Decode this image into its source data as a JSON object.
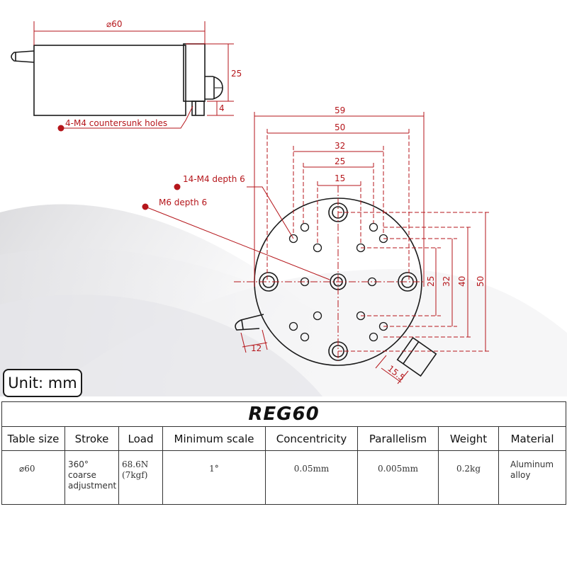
{
  "drawing": {
    "side_view": {
      "diameter_label": "⌀60",
      "height_label": "25",
      "foot_label": "4",
      "callout": "4-M4 countersunk holes"
    },
    "top_view": {
      "dims_horizontal": [
        "59",
        "50",
        "32",
        "25",
        "15"
      ],
      "dims_vertical": [
        "25",
        "32",
        "40",
        "50"
      ],
      "callout_m4": "14-M4 depth 6",
      "callout_m6": "M6 depth 6",
      "dim_handle": "12",
      "dim_knob": "15.5"
    },
    "colors": {
      "dimension_red": "#b5161b",
      "outline": "#1a1a1a"
    }
  },
  "unit_label": "Unit: mm",
  "spec_table": {
    "title": "REG60",
    "headers": [
      "Table size",
      "Stroke",
      "Load",
      "Minimum scale",
      "Concentricity",
      "Parallelism",
      "Weight",
      "Material"
    ],
    "values": {
      "table_size": "⌀60",
      "stroke_1": "360° coarse",
      "stroke_2": "adjustment",
      "load_1": "68.6N",
      "load_2": "(7kgf)",
      "min_scale": "1°",
      "concentricity": "0.05mm",
      "parallelism": "0.005mm",
      "weight": "0.2kg",
      "material_1": "Aluminum",
      "material_2": "alloy"
    }
  }
}
